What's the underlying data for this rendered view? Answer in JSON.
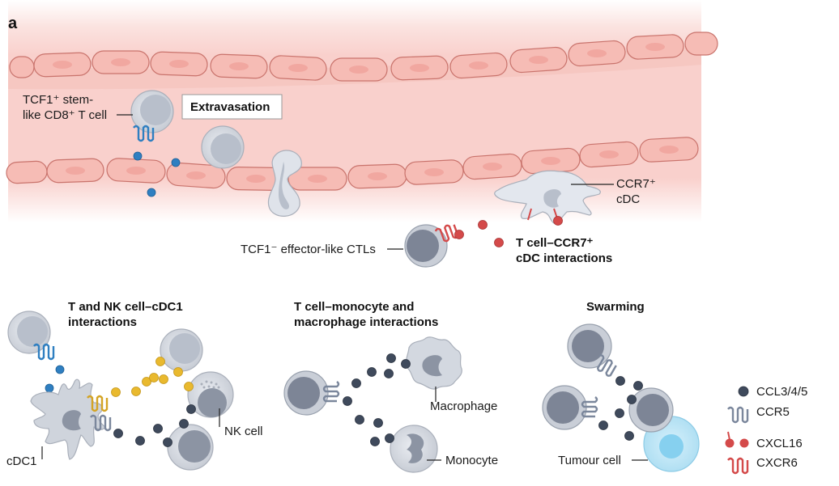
{
  "panel_letter": "a",
  "colors": {
    "vessel_bg": "#f9d0cc",
    "endothelial_fill": "#f6b8b2",
    "endothelial_stroke": "#c9736c",
    "t_cell_outer": "#d7dbe2",
    "t_cell_nucleus": "#8c94a3",
    "ccl_chemokine": "#3f4a5c",
    "ccr5_receptor": "#7b879c",
    "cxcl16": "#d44a4a",
    "cxcr6": "#d44a4a",
    "blue_chemokine": "#2f7fc1",
    "yellow_chemokine": "#e9b92e",
    "tumour_cell": "#bfe6f6"
  },
  "top_section": {
    "box_label": "Extravasation",
    "stem_cell_label_line1": "TCF1⁺ stem-",
    "stem_cell_label_line2": "like CD8⁺ T cell",
    "cdc_label_line1": "CCR7⁺",
    "cdc_label_line2": "cDC",
    "effector_label": "TCF1⁻ effector-like CTLs",
    "interaction_title_line1": "T cell–CCR7⁺",
    "interaction_title_line2": "cDC interactions"
  },
  "panels": [
    {
      "title_line1": "T and NK cell–cDC1",
      "title_line2": "interactions",
      "labels": {
        "cdc1": "cDC1",
        "nk": "NK cell"
      }
    },
    {
      "title_line1": "T cell–monocyte and",
      "title_line2": "macrophage interactions",
      "labels": {
        "macrophage": "Macrophage",
        "monocyte": "Monocyte"
      }
    },
    {
      "title_line1": "Swarming",
      "title_line2": "",
      "labels": {
        "tumour": "Tumour cell"
      }
    }
  ],
  "legend": [
    {
      "icon": "chemokine-dot-icon",
      "label": "CCL3/4/5"
    },
    {
      "icon": "ccr5-receptor-icon",
      "label": "CCR5"
    },
    {
      "icon": "cxcl16-icon",
      "label": "CXCL16"
    },
    {
      "icon": "cxcr6-receptor-icon",
      "label": "CXCR6"
    }
  ]
}
